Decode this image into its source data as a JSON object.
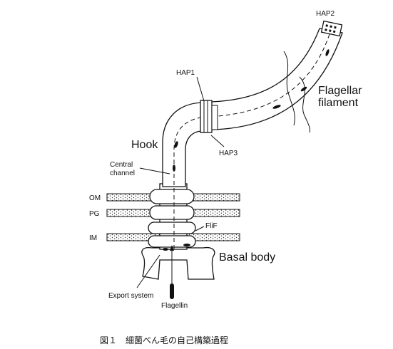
{
  "figure": {
    "caption": "図１　細菌べん毛の自己構築過程",
    "labels": {
      "hap2": "HAP2",
      "hap1": "HAP1",
      "hap3": "HAP3",
      "flagellar_filament_line1": "Flagellar",
      "flagellar_filament_line2": "filament",
      "hook": "Hook",
      "central_channel_line1": "Central",
      "central_channel_line2": "channel",
      "om": "OM",
      "pg": "PG",
      "im": "IM",
      "flif": "FliF",
      "basal_body": "Basal body",
      "export_system": "Export system",
      "flagellin": "Flagellin"
    }
  }
}
